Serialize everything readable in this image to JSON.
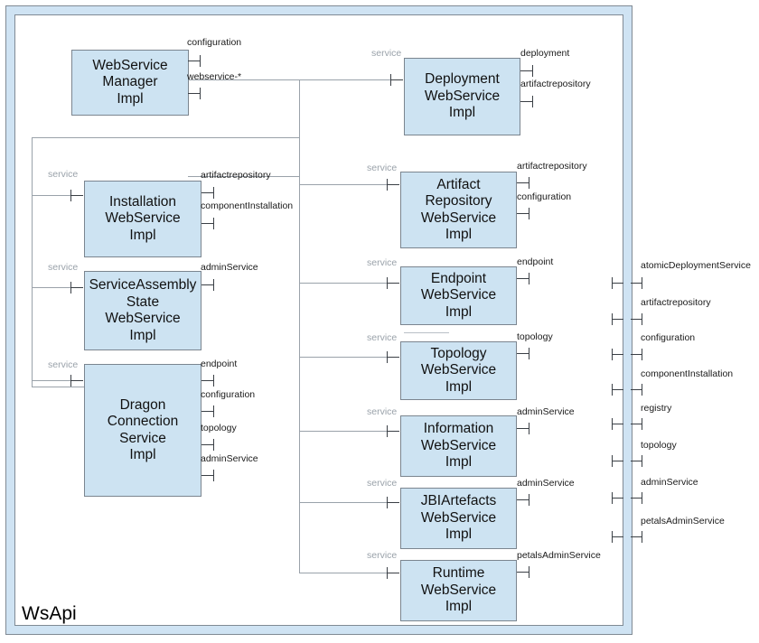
{
  "package": {
    "label": "WsApi",
    "border_color": "#808a94",
    "band_color": "#cfe3f3"
  },
  "theme": {
    "component_fill": "#cde3f2",
    "component_border": "#7b858f",
    "line_color": "#9aa2aa",
    "port_color": "#3a3f45",
    "required_label_color": "#9aa2aa"
  },
  "left_components": [
    {
      "id": "webservice-manager-impl",
      "name": "WebService\nManager\nImpl",
      "lines": [
        "WebService",
        "Manager",
        "Impl"
      ],
      "provided_ports": [
        "configuration",
        "webservice-*"
      ],
      "required_ports": []
    },
    {
      "id": "installation-webservice-impl",
      "name": "Installation\nWebService\nImpl",
      "lines": [
        "Installation",
        "WebService",
        "Impl"
      ],
      "provided_ports": [
        "artifactrepository",
        "componentInstallation"
      ],
      "required_ports": [
        "service"
      ]
    },
    {
      "id": "serviceassembly-state-webservice-impl",
      "name": "ServiceAssembly\nState\nWebService\nImpl",
      "lines": [
        "ServiceAssembly",
        "State",
        "WebService",
        "Impl"
      ],
      "provided_ports": [
        "adminService"
      ],
      "required_ports": [
        "service"
      ]
    },
    {
      "id": "dragon-connection-service-impl",
      "name": "Dragon\nConnection\nService\nImpl",
      "lines": [
        "Dragon",
        "Connection",
        "Service",
        "Impl"
      ],
      "provided_ports": [
        "endpoint",
        "configuration",
        "topology",
        "adminService"
      ],
      "required_ports": [
        "service"
      ]
    }
  ],
  "right_components": [
    {
      "id": "deployment-webservice-impl",
      "name": "Deployment\nWebService\nImpl",
      "lines": [
        "Deployment",
        "WebService",
        "Impl"
      ],
      "provided_ports": [
        "deployment",
        "artifactrepository"
      ],
      "required_ports": [
        "service"
      ]
    },
    {
      "id": "artifact-repository-webservice-impl",
      "name": "Artifact\nRepository\nWebService\nImpl",
      "lines": [
        "Artifact",
        "Repository",
        "WebService",
        "Impl"
      ],
      "provided_ports": [
        "artifactrepository",
        "configuration"
      ],
      "required_ports": [
        "service"
      ]
    },
    {
      "id": "endpoint-webservice-impl",
      "name": "Endpoint\nWebService\nImpl",
      "lines": [
        "Endpoint",
        "WebService",
        "Impl"
      ],
      "provided_ports": [
        "endpoint"
      ],
      "required_ports": [
        "service"
      ]
    },
    {
      "id": "topology-webservice-impl",
      "name": "Topology\nWebService\nImpl",
      "lines": [
        "Topology",
        "WebService",
        "Impl"
      ],
      "provided_ports": [
        "topology"
      ],
      "required_ports": [
        "service"
      ]
    },
    {
      "id": "information-webservice-impl",
      "name": "Information\nWebService\nImpl",
      "lines": [
        "Information",
        "WebService",
        "Impl"
      ],
      "provided_ports": [
        "adminService"
      ],
      "required_ports": [
        "service"
      ]
    },
    {
      "id": "jbiartefacts-webservice-impl",
      "name": "JBIArtefacts\nWebService\nImpl",
      "lines": [
        "JBIArtefacts",
        "WebService",
        "Impl"
      ],
      "provided_ports": [
        "adminService"
      ],
      "required_ports": [
        "service"
      ]
    },
    {
      "id": "runtime-webservice-impl",
      "name": "Runtime\nWebService\nImpl",
      "lines": [
        "Runtime",
        "WebService",
        "Impl"
      ],
      "provided_ports": [
        "petalsAdminService"
      ],
      "required_ports": [
        "service"
      ]
    }
  ],
  "package_edge_ports": [
    "atomicDeploymentService",
    "artifactrepository",
    "configuration",
    "componentInstallation",
    "registry",
    "topology",
    "adminService",
    "petalsAdminService"
  ]
}
